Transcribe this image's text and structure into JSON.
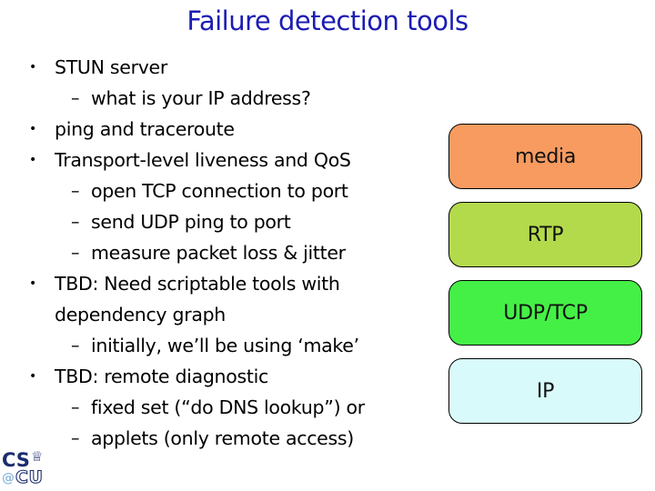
{
  "title": "Failure detection tools",
  "title_color": "#1c1cb4",
  "markers": {
    "bullet": "•",
    "dash": "–",
    "cont": ""
  },
  "bullets": [
    {
      "type": "bullet",
      "text": "STUN server"
    },
    {
      "type": "dash",
      "text": "what is your IP address?"
    },
    {
      "type": "bullet",
      "text": "ping and traceroute"
    },
    {
      "type": "bullet",
      "text": "Transport-level liveness and QoS"
    },
    {
      "type": "dash",
      "text": "open TCP connection to port"
    },
    {
      "type": "dash",
      "text": "send UDP ping to port"
    },
    {
      "type": "dash",
      "text": "measure packet loss & jitter"
    },
    {
      "type": "bullet",
      "text": "TBD: Need scriptable tools with"
    },
    {
      "type": "cont",
      "text": "dependency graph"
    },
    {
      "type": "dash",
      "text": "initially, we’ll be using ‘make’"
    },
    {
      "type": "bullet",
      "text": "TBD: remote diagnostic"
    },
    {
      "type": "dash",
      "text": "fixed set (“do DNS lookup”) or"
    },
    {
      "type": "dash",
      "text": "applets (only remote access)"
    }
  ],
  "stack": [
    {
      "label": "media",
      "color": "#f79b60"
    },
    {
      "label": "RTP",
      "color": "#b3da4b"
    },
    {
      "label": "UDP/TCP",
      "color": "#45f046"
    },
    {
      "label": "IP",
      "color": "#d9fafb"
    }
  ],
  "logo": {
    "cs": "CS",
    "crown": "♕",
    "at": "@",
    "cu": "CU",
    "navy": "#1b2d6e",
    "light_blue": "#8fbade"
  }
}
